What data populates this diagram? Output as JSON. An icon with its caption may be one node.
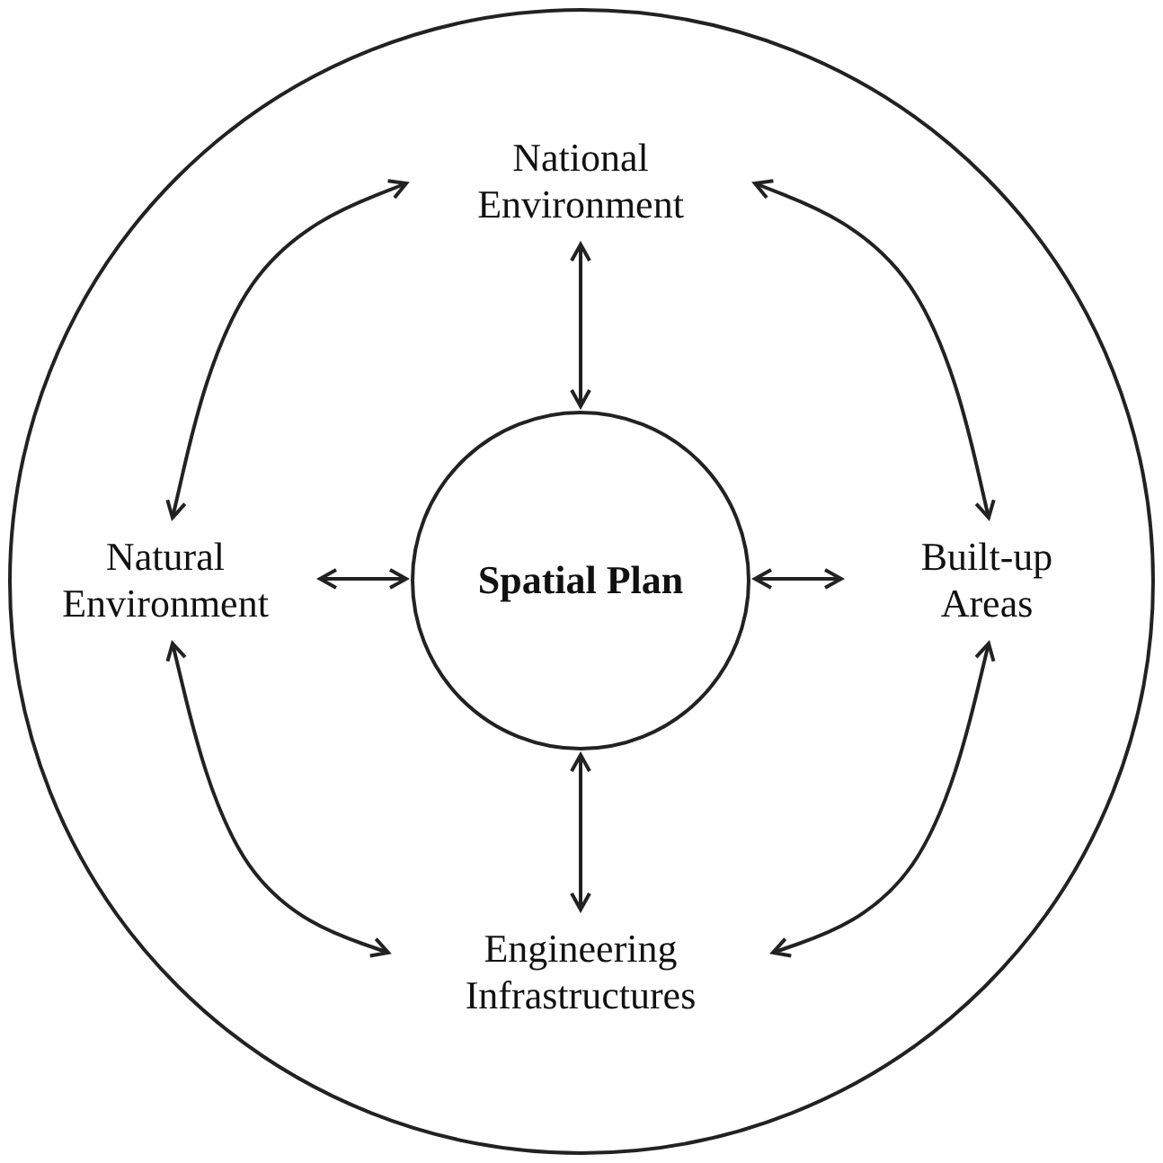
{
  "diagram": {
    "nodes": [
      {
        "text": [],
        "shape": "circle"
      },
      {
        "text": [
          "National Environment"
        ],
        "in": 0
      },
      {
        "text": [
          "Natural Environment"
        ],
        "in": 0
      },
      {
        "text": [
          "Spatial Plan"
        ],
        "in": 0
      },
      {
        "text": [
          "Built-up Areas"
        ],
        "in": 0
      },
      {
        "text": [
          "Engineering Infrastructures"
        ],
        "in": 0
      }
    ],
    "edges": [
      {
        "from": 1,
        "to": 3,
        "arrow": "both"
      },
      {
        "from": 2,
        "to": 3,
        "arrow": "both"
      },
      {
        "from": 3,
        "to": 4,
        "arrow": "both"
      },
      {
        "from": 3,
        "to": 5,
        "arrow": "both"
      },
      {
        "from": 1,
        "to": 2,
        "arrow": "both"
      },
      {
        "from": 1,
        "to": 4,
        "arrow": "both"
      },
      {
        "from": 2,
        "to": 5,
        "arrow": "both"
      },
      {
        "from": 4,
        "to": 5,
        "arrow": "both"
      }
    ]
  }
}
